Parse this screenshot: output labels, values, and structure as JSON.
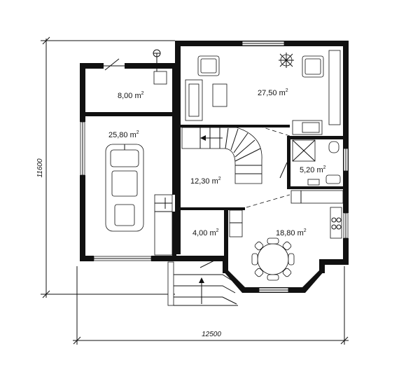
{
  "floor_plan": {
    "rooms": [
      {
        "id": "storage",
        "area": "8,00",
        "unit": "m"
      },
      {
        "id": "living",
        "area": "27,50",
        "unit": "m"
      },
      {
        "id": "garage",
        "area": "25,80",
        "unit": "m"
      },
      {
        "id": "hall",
        "area": "12,30",
        "unit": "m"
      },
      {
        "id": "bathroom",
        "area": "5,20",
        "unit": "m"
      },
      {
        "id": "vestibule",
        "area": "4,00",
        "unit": "m"
      },
      {
        "id": "kitchen-dining",
        "area": "18,80",
        "unit": "m"
      }
    ],
    "unit_exponent": "2",
    "dimensions": {
      "width": "12500",
      "height": "11600"
    }
  }
}
